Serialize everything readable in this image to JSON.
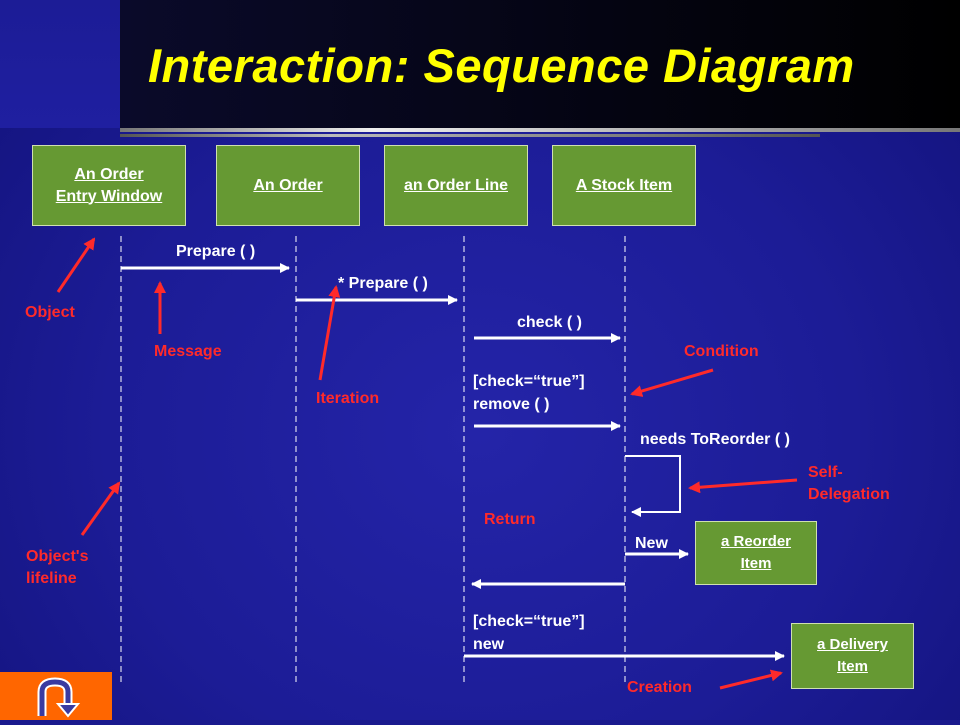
{
  "title": "Interaction: Sequence Diagram",
  "objects": [
    {
      "id": "order-entry-window",
      "label": "An Order \nEntry Window"
    },
    {
      "id": "order",
      "label": "An Order"
    },
    {
      "id": "order-line",
      "label": "an Order Line"
    },
    {
      "id": "stock-item",
      "label": "A Stock Item"
    }
  ],
  "created_objects": [
    {
      "id": "reorder-item",
      "label": "a Reorder\nItem"
    },
    {
      "id": "delivery-item",
      "label": "a Delivery\nItem"
    }
  ],
  "messages": [
    {
      "id": "prepare",
      "label": "Prepare ( )"
    },
    {
      "id": "iter-prepare",
      "label": "* Prepare ( )"
    },
    {
      "id": "check",
      "label": "check ( )"
    },
    {
      "id": "remove-condition",
      "label": "[check=“true”]"
    },
    {
      "id": "remove",
      "label": "remove ( )"
    },
    {
      "id": "needs-reorder",
      "label": "needs ToReorder ( )"
    },
    {
      "id": "new-reorder",
      "label": "New"
    },
    {
      "id": "new-condition",
      "label": "[check=“true”]"
    },
    {
      "id": "new-delivery",
      "label": "new"
    }
  ],
  "annotations": [
    {
      "id": "object",
      "label": "Object"
    },
    {
      "id": "message",
      "label": "Message"
    },
    {
      "id": "iteration",
      "label": "Iteration"
    },
    {
      "id": "condition",
      "label": "Condition"
    },
    {
      "id": "self-delegation",
      "label": "Self-\nDelegation"
    },
    {
      "id": "return",
      "label": "Return"
    },
    {
      "id": "lifeline",
      "label": "Object's\nlifeline"
    },
    {
      "id": "creation",
      "label": "Creation"
    }
  ],
  "colors": {
    "background": "#1c1c96",
    "title": "#ffff00",
    "object_box": "#669933",
    "annotation": "#ff2a2a",
    "message_text": "#ffffff",
    "home_button": "#ff6600"
  },
  "home_button": {
    "icon": "u-turn-arrow-icon"
  }
}
